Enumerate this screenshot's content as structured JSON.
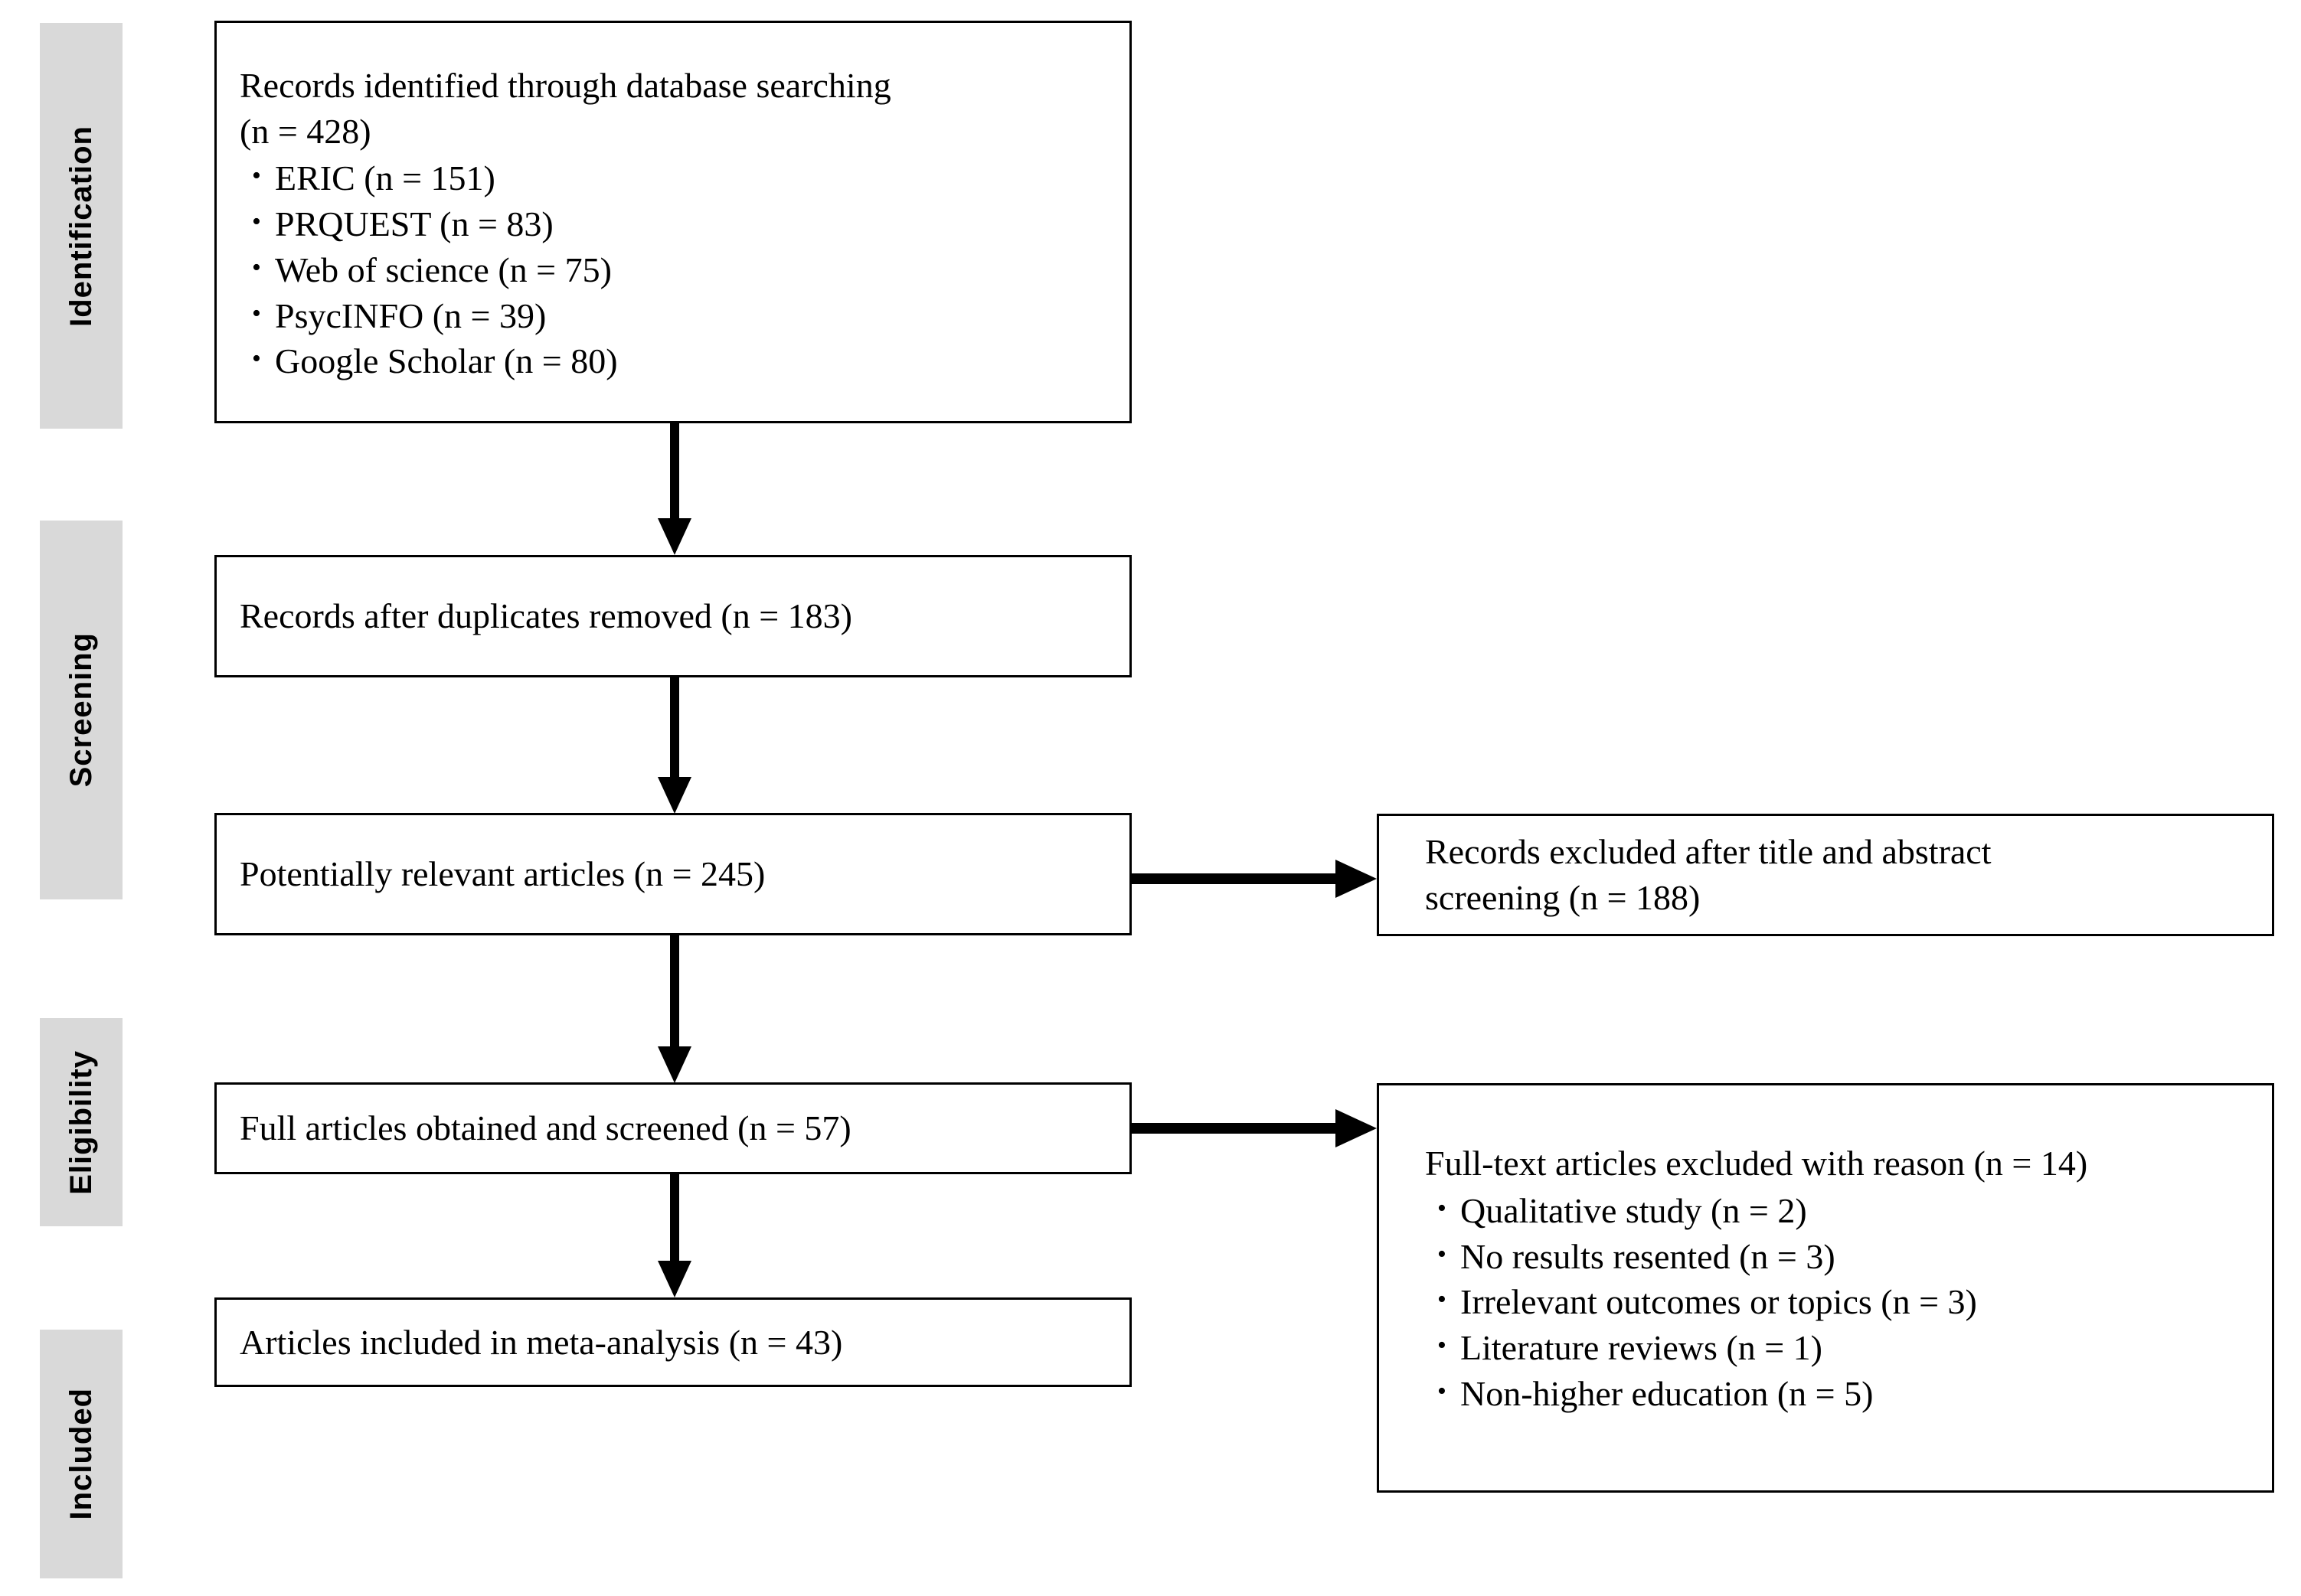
{
  "diagram": {
    "type": "PRISMA flow diagram",
    "stages": [
      {
        "id": "identification",
        "label": "Identification"
      },
      {
        "id": "screening",
        "label": "Screening"
      },
      {
        "id": "eligibility",
        "label": "Eligibility"
      },
      {
        "id": "included",
        "label": "Included"
      }
    ],
    "boxes": {
      "identified": {
        "title": "Records identified through database searching\n(n = 428)",
        "items": [
          "ERIC (n = 151)",
          "PRQUEST  (n = 83)",
          "Web of science (n = 75)",
          "PsycINFO (n = 39)",
          "Google Scholar (n = 80)"
        ]
      },
      "duplicates_removed": {
        "title": "Records after duplicates removed (n = 183)"
      },
      "potentially_relevant": {
        "title": "Potentially relevant articles (n = 245)"
      },
      "records_excluded": {
        "title": "Records excluded after title and abstract\nscreening (n = 188)"
      },
      "full_articles": {
        "title": "Full articles obtained and screened (n = 57)"
      },
      "fulltext_excluded": {
        "title": "Full-text articles excluded with reason (n = 14)",
        "items": [
          "Qualitative study (n = 2)",
          "No results resented (n = 3)",
          "Irrelevant outcomes or topics (n = 3)",
          "Literature reviews (n = 1)",
          "Non-higher education (n = 5)"
        ]
      },
      "included_articles": {
        "title": "Articles included in meta-analysis (n = 43)"
      }
    },
    "bullet_glyph": "•",
    "colors": {
      "stage_bar_fill": "#d9d9d9",
      "box_border": "#000000",
      "box_fill": "#ffffff",
      "connector": "#000000",
      "text": "#000000"
    }
  }
}
